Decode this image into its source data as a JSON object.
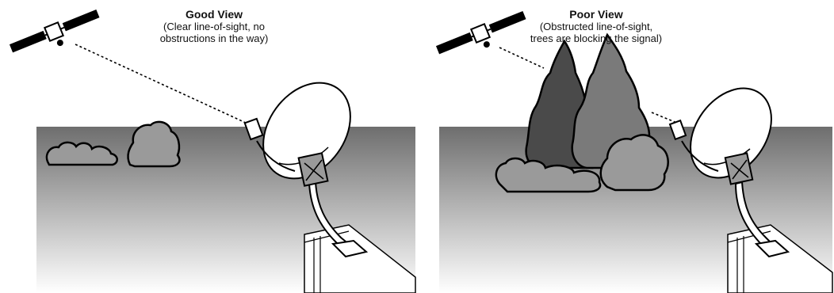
{
  "panels": [
    {
      "title": "Good View",
      "subtitle_line1": "(Clear line-of-sight, no",
      "subtitle_line2": "obstructions in the way)"
    },
    {
      "title": "Poor View",
      "subtitle_line1": "(Obstructed line-of-sight,",
      "subtitle_line2": "trees are blocking the signal)"
    }
  ],
  "colors": {
    "sky": "#ffffff",
    "ground_top": "#6e6e6e",
    "ground_bottom": "#ffffff",
    "bush_light": "#9a9a9a",
    "tree_dark": "#4a4a4a",
    "tree_mid": "#7a7a7a",
    "outline": "#000000"
  }
}
